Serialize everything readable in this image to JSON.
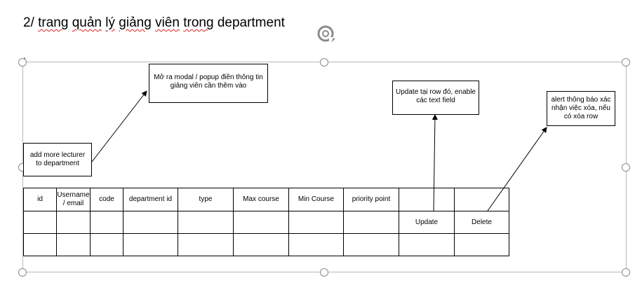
{
  "page": {
    "heading_prefix": "2/ ",
    "heading_words": [
      "trang",
      "quản",
      "lý",
      "giảng",
      "viên",
      "trong"
    ],
    "heading_suffix": "department",
    "dot": "."
  },
  "notes": {
    "add_lecturer": "add more lecturer to department",
    "modal": "Mở ra modal / popup điền thông tin giảng viên cần thêm vào",
    "update_row": "Update tại row đó, enable các text field",
    "delete_alert": "alert thông báo xác nhận việc xóa, nếu có xóa row"
  },
  "table": {
    "headers": [
      "id",
      "Username / email",
      "code",
      "department id",
      "type",
      "Max course",
      "Min Course",
      "priority point",
      "",
      ""
    ],
    "rows": [
      [
        "",
        "",
        "",
        "",
        "",
        "",
        "",
        "",
        "Update",
        "Delete"
      ],
      [
        "",
        "",
        "",
        "",
        "",
        "",
        "",
        "",
        "",
        ""
      ]
    ]
  },
  "icons": {
    "rotate": "rotate-handle-icon",
    "resize": "resize-handle-icon"
  },
  "colors": {
    "frame": "#b9b9b9",
    "handle": "#8a8a8a",
    "spellcheck": "#dd2222"
  }
}
